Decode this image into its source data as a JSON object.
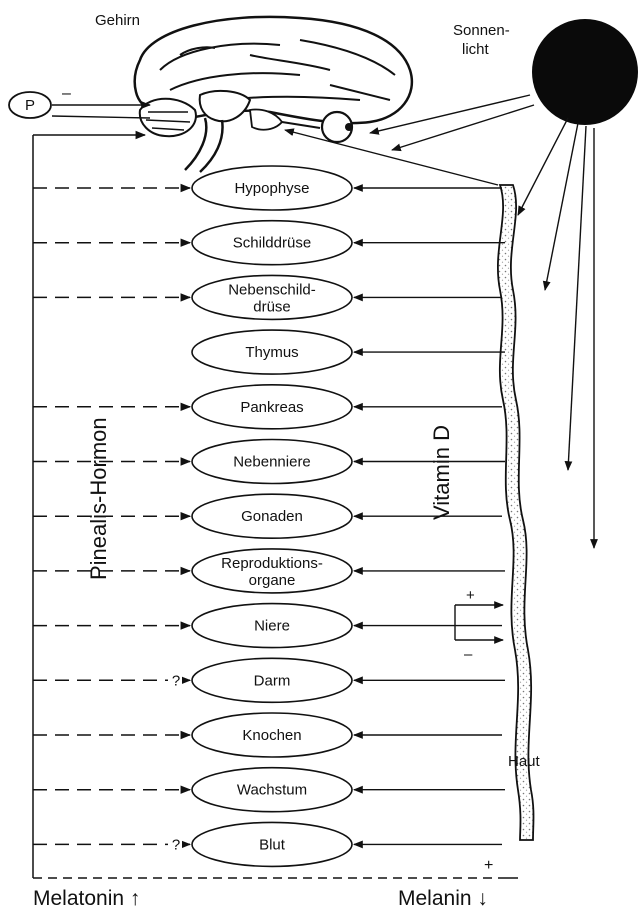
{
  "labels": {
    "brain": "Gehirn",
    "sun_line1": "Sonnen-",
    "sun_line2": "licht",
    "pineal": "P",
    "minus": "–",
    "pineal_hormone": "Pinealis-Hormon",
    "vitamin_d": "Vitamin D",
    "skin": "Haut",
    "melatonin": "Melatonin ↑",
    "melanin": "Melanin ↓",
    "plus_bottom": "+",
    "kidney_plus": "+",
    "kidney_minus": "–"
  },
  "organs": [
    {
      "lines": [
        "Hypophyse"
      ],
      "left_link": "dashed",
      "question": false
    },
    {
      "lines": [
        "Schilddrüse"
      ],
      "left_link": "dashed",
      "question": false
    },
    {
      "lines": [
        "Nebenschild-",
        "drüse"
      ],
      "left_link": "dashed",
      "question": false
    },
    {
      "lines": [
        "Thymus"
      ],
      "left_link": "none",
      "question": false
    },
    {
      "lines": [
        "Pankreas"
      ],
      "left_link": "dashed",
      "question": false
    },
    {
      "lines": [
        "Nebenniere"
      ],
      "left_link": "dashed",
      "question": false
    },
    {
      "lines": [
        "Gonaden"
      ],
      "left_link": "dashed",
      "question": false
    },
    {
      "lines": [
        "Reproduktions-",
        "organe"
      ],
      "left_link": "dashed",
      "question": false
    },
    {
      "lines": [
        "Niere"
      ],
      "left_link": "dashed",
      "question": false
    },
    {
      "lines": [
        "Darm"
      ],
      "left_link": "dashed",
      "question": true
    },
    {
      "lines": [
        "Knochen"
      ],
      "left_link": "dashed",
      "question": false
    },
    {
      "lines": [
        "Wachstum"
      ],
      "left_link": "dashed",
      "question": false
    },
    {
      "lines": [
        "Blut"
      ],
      "left_link": "dashed",
      "question": true
    }
  ],
  "question_mark": "?"
}
